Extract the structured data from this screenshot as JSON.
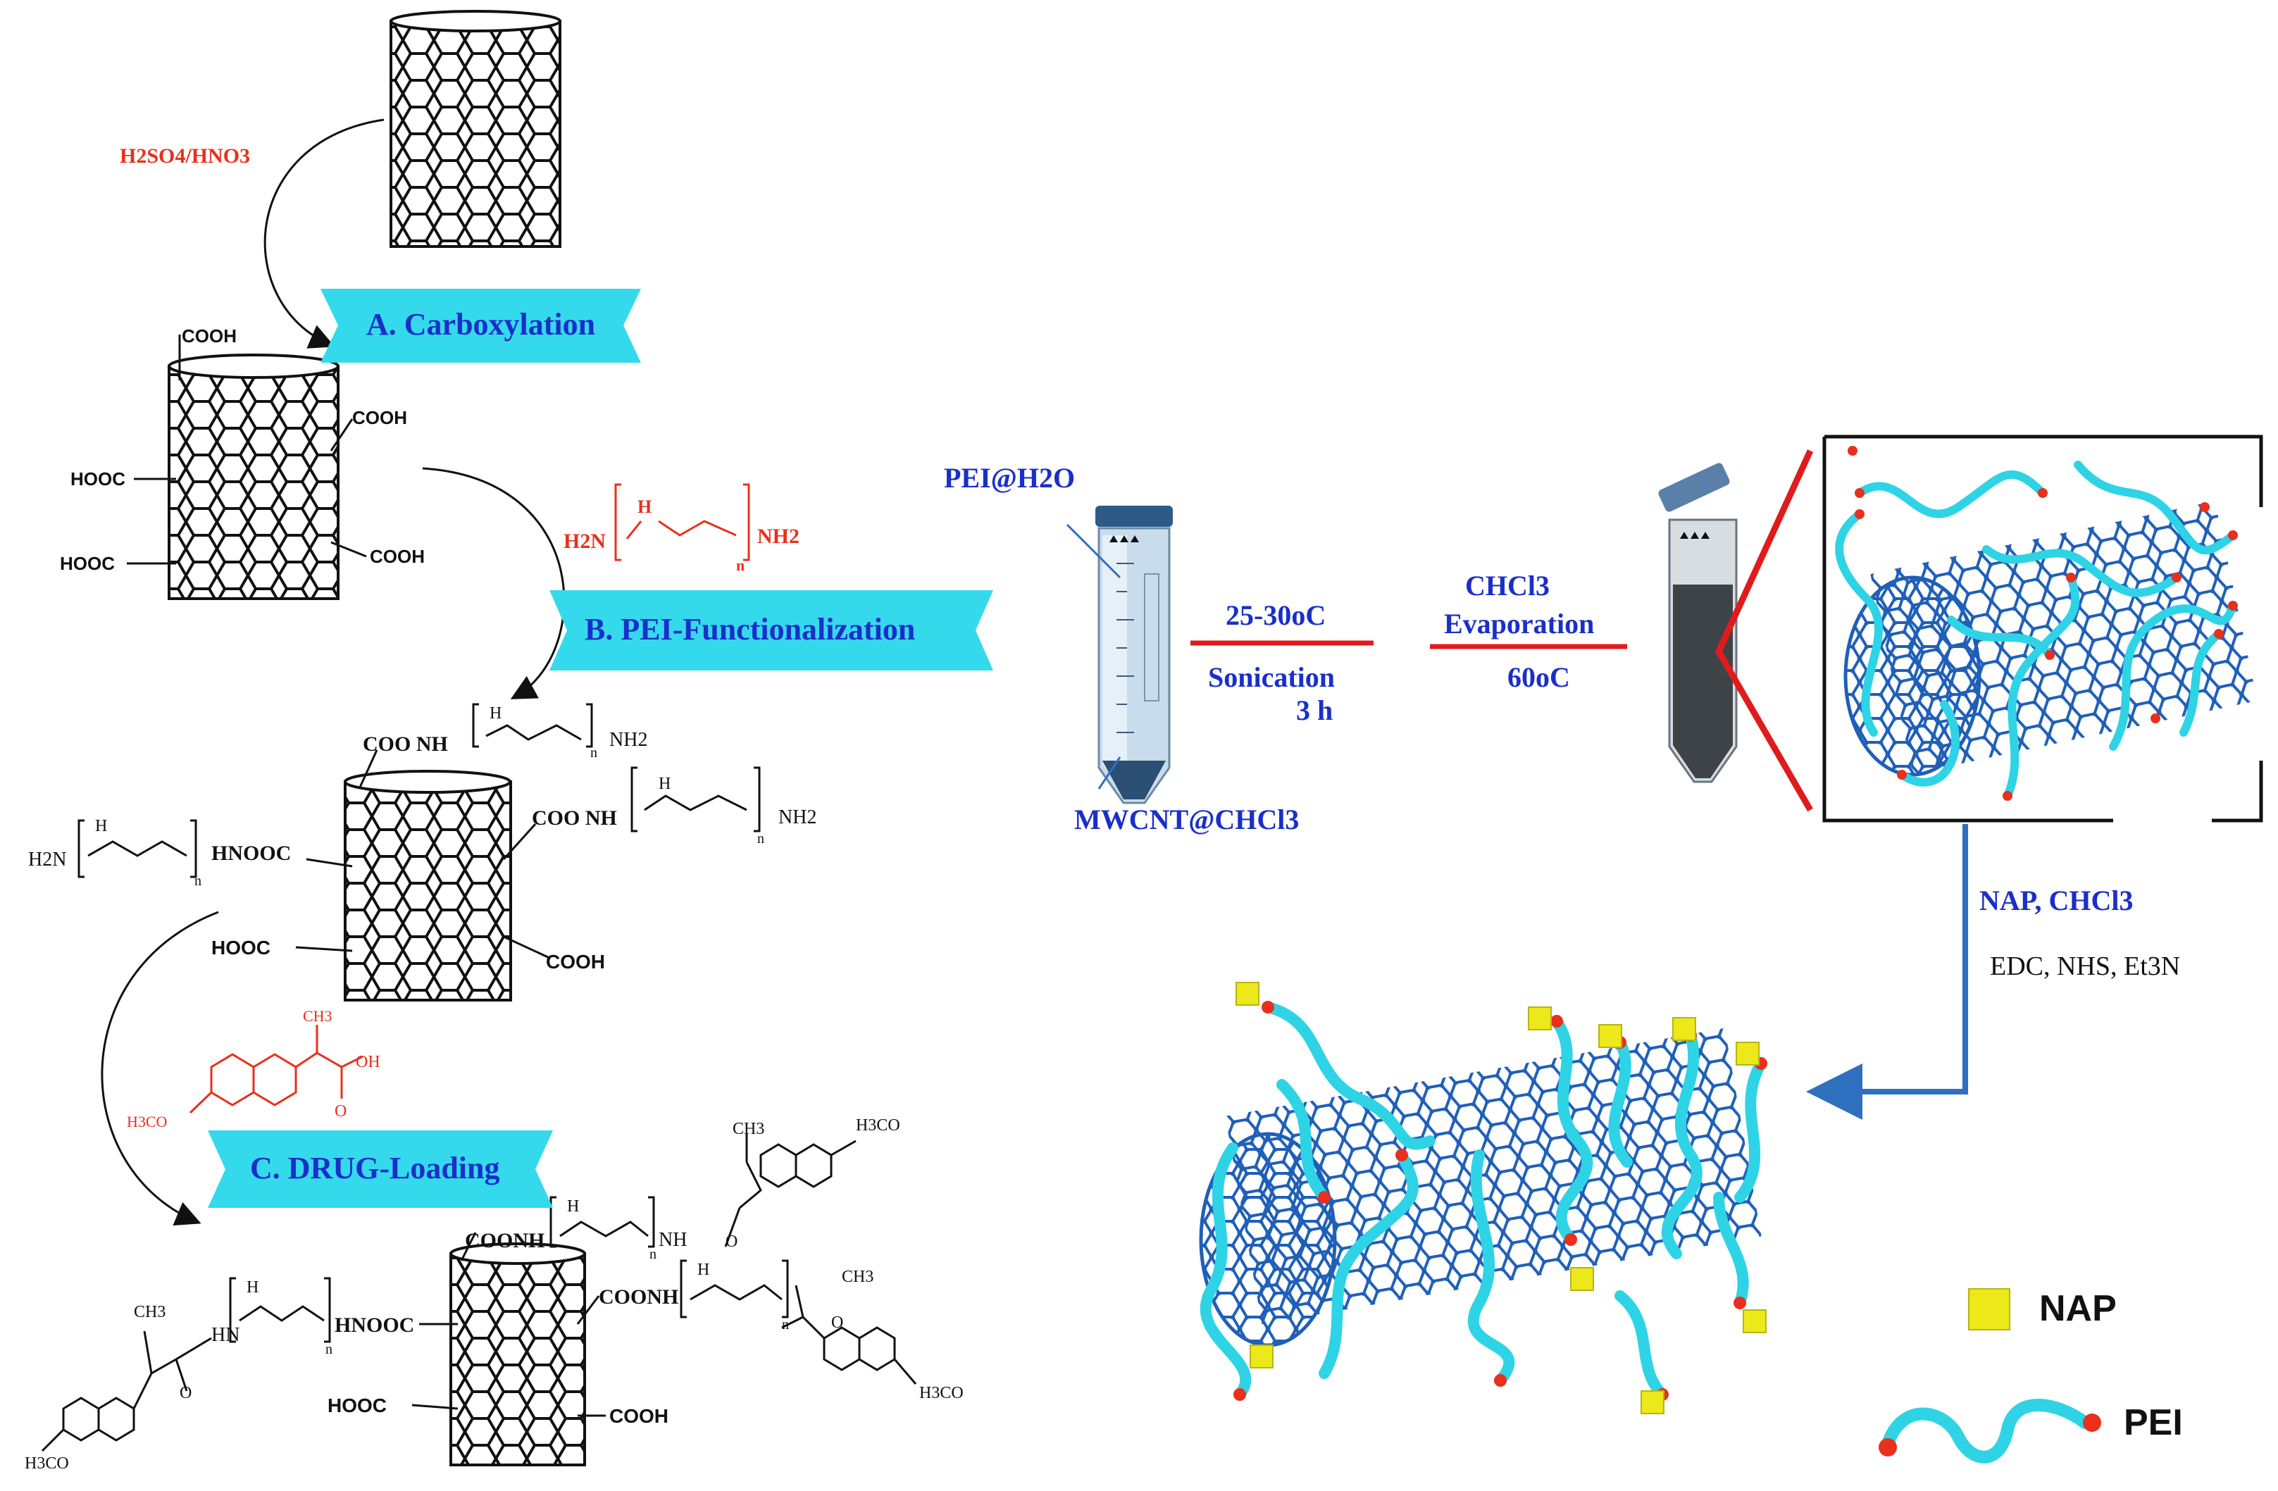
{
  "colors": {
    "banner": "#35d9ec",
    "pei": "#2fd3e6",
    "nanotube": "#1f5fb8",
    "reagent": "#e8301c",
    "label_blue": "#1a2fc9",
    "nap": "#ece81a",
    "arrow_red": "#e11b1b",
    "arrow_blue": "#2f6fc0"
  },
  "steps": {
    "a": "A. Carboxylation",
    "b": "B. PEI-Functionalization",
    "c": "C. DRUG-Loading"
  },
  "reagents": {
    "acid_mix": "H2SO4/HNO3",
    "pei_h2n": "H2N",
    "pei_nh": "H",
    "pei_n": "n",
    "pei_nh2": "NH2",
    "nap_ch3": "CH3",
    "nap_oh": "OH",
    "nap_o": "O",
    "nap_h3co": "H3CO"
  },
  "structures": {
    "cooh": "COOH",
    "hooc": "HOOC",
    "coonh": "COONH",
    "hnooc": "HNOOC",
    "nh2": "NH2",
    "h2n": "H2N",
    "h3co": "H3CO",
    "ch3": "CH3",
    "nh": "NH",
    "h": "H",
    "n": "n",
    "o": "O",
    "hn": "HN",
    "coo_nh": "COO NH",
    "h_n_ooc": "HNOOC"
  },
  "process": {
    "tube1_top": "PEI@H2O",
    "tube1_bottom": "MWCNT@CHCl3",
    "cond1_top": "25-30oC",
    "cond1_bottom1": "Sonication",
    "cond1_bottom2": "3 h",
    "cond2_top1": "CHCl3",
    "cond2_top2": "Evaporation",
    "cond2_bottom": "60oC",
    "final_reagent1": "NAP, CHCl3",
    "final_reagent2": "EDC, NHS, Et3N"
  },
  "legend": {
    "nap": "NAP",
    "pei": "PEI"
  }
}
